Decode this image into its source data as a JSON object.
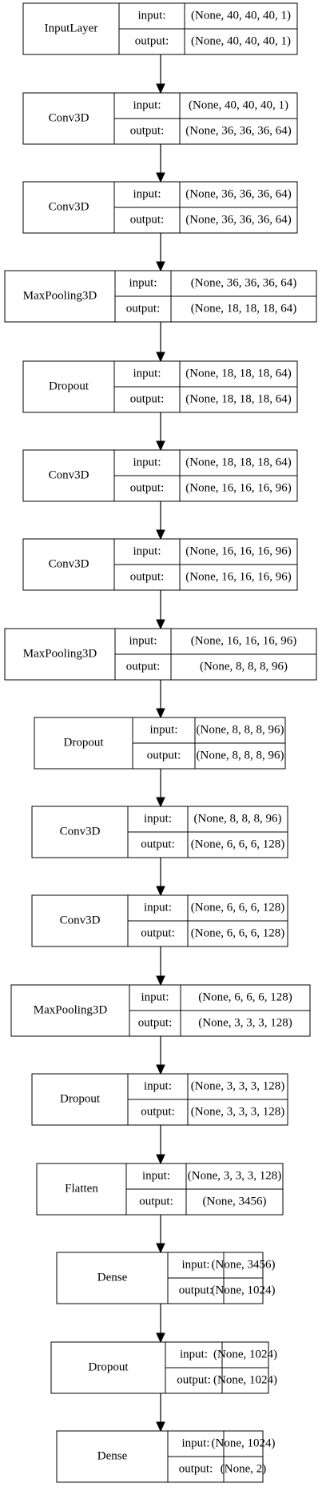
{
  "diagram": {
    "port_labels": {
      "input": "input:",
      "output": "output:"
    },
    "layers": [
      {
        "name": "InputLayer",
        "input": "(None, 40, 40, 40, 1)",
        "output": "(None, 40, 40, 40, 1)"
      },
      {
        "name": "Conv3D",
        "input": "(None, 40, 40, 40, 1)",
        "output": "(None, 36, 36, 36, 64)"
      },
      {
        "name": "Conv3D",
        "input": "(None, 36, 36, 36, 64)",
        "output": "(None, 36, 36, 36, 64)"
      },
      {
        "name": "MaxPooling3D",
        "input": "(None, 36, 36, 36, 64)",
        "output": "(None, 18, 18, 18, 64)"
      },
      {
        "name": "Dropout",
        "input": "(None, 18, 18, 18, 64)",
        "output": "(None, 18, 18, 18, 64)"
      },
      {
        "name": "Conv3D",
        "input": "(None, 18, 18, 18, 64)",
        "output": "(None, 16, 16, 16, 96)"
      },
      {
        "name": "Conv3D",
        "input": "(None, 16, 16, 16, 96)",
        "output": "(None, 16, 16, 16, 96)"
      },
      {
        "name": "MaxPooling3D",
        "input": "(None, 16, 16, 16, 96)",
        "output": "(None, 8, 8, 8, 96)"
      },
      {
        "name": "Dropout",
        "input": "(None, 8, 8, 8, 96)",
        "output": "(None, 8, 8, 8, 96)"
      },
      {
        "name": "Conv3D",
        "input": "(None, 8, 8, 8, 96)",
        "output": "(None, 6, 6, 6, 128)"
      },
      {
        "name": "Conv3D",
        "input": "(None, 6, 6, 6, 128)",
        "output": "(None, 6, 6, 6, 128)"
      },
      {
        "name": "MaxPooling3D",
        "input": "(None, 6, 6, 6, 128)",
        "output": "(None, 3, 3, 3, 128)"
      },
      {
        "name": "Dropout",
        "input": "(None, 3, 3, 3, 128)",
        "output": "(None, 3, 3, 3, 128)"
      },
      {
        "name": "Flatten",
        "input": "(None, 3, 3, 3, 128)",
        "output": "(None, 3456)"
      },
      {
        "name": "Dense",
        "input": "(None, 3456)",
        "output": "(None, 1024)"
      },
      {
        "name": "Dropout",
        "input": "(None, 1024)",
        "output": "(None, 1024)"
      },
      {
        "name": "Dense",
        "input": "(None, 1024)",
        "output": "(None, 2)"
      }
    ]
  }
}
